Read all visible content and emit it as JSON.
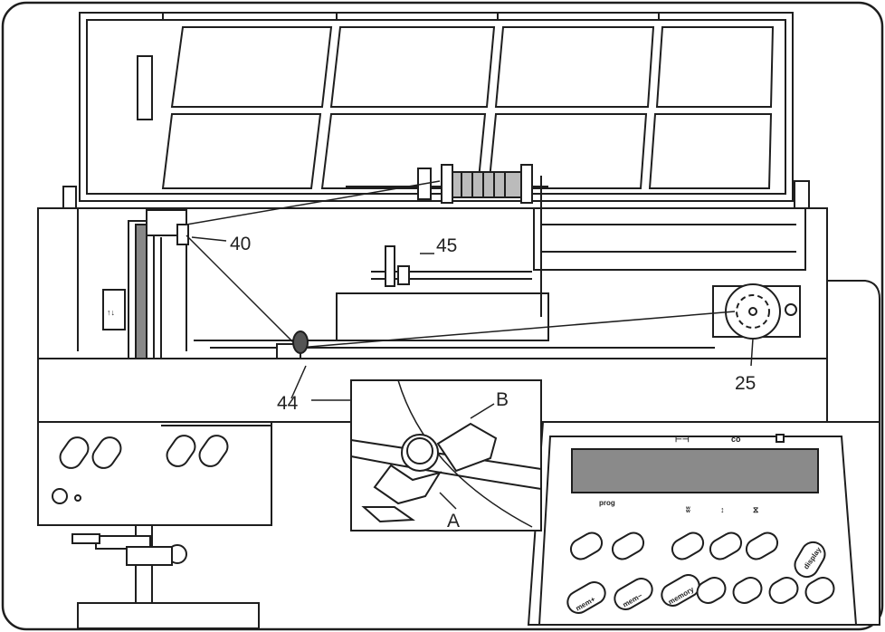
{
  "callouts": {
    "c40": "40",
    "c45": "45",
    "c44": "44",
    "c25": "25",
    "inset_a": "A",
    "inset_b": "B"
  },
  "panel": {
    "prog_label": "prog",
    "display_button": "display",
    "mem_plus": "mem+",
    "mem_minus": "mem−",
    "memory": "memory",
    "bottom_right_small": "co"
  },
  "colors": {
    "ink": "#1e1e1e",
    "paper": "#ffffff",
    "display_gray": "#8a8a8a"
  }
}
